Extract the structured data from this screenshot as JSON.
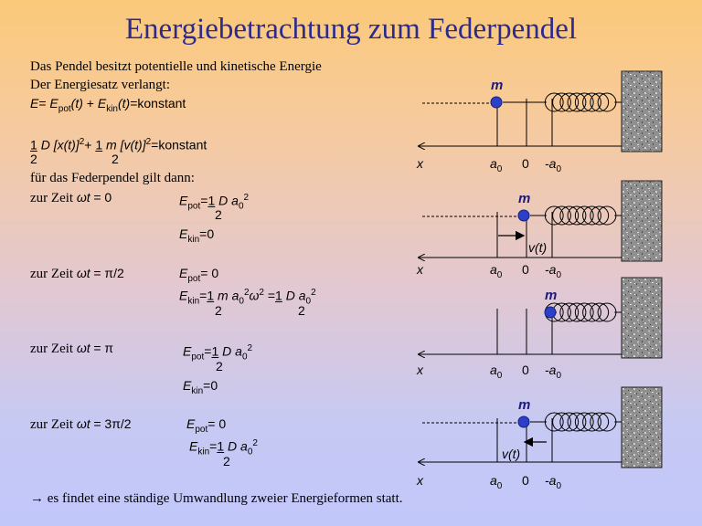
{
  "title": "Energiebetrachtung zum Federpendel",
  "intro": {
    "line1": "Das Pendel besitzt potentielle und kinetische Energie",
    "line2": "Der Energiesatz verlangt:"
  },
  "eq1": {
    "e": "E",
    "eq": "=",
    "epot": "E",
    "pot": "pot",
    "t1": "(t)",
    "plus": "+",
    "ekin": "E",
    "kin": "kin",
    "t2": "(t)",
    "rest": "=konstant"
  },
  "eq2": {
    "one1": "1",
    "d": "D",
    "x": "[x(t)]",
    "sq1": "2",
    "plus": "+",
    "one2": "1",
    "m": "m",
    "v": "[v(t)]",
    "sq2": "2",
    "rest": "=konstant",
    "two1": "2",
    "two2": "2"
  },
  "gilt": "für das Federpendel gilt dann:",
  "zur_zeit": "zur Zeit",
  "omega_t": "ωt",
  "cases": [
    {
      "time": "= 0"
    },
    {
      "time": "= π/2"
    },
    {
      "time": "= π"
    },
    {
      "time": "= 3π/2"
    }
  ],
  "f": {
    "E": "E",
    "pot": "pot",
    "kin": "kin",
    "eq": "=",
    "one": "1",
    "D": "D",
    "a": "a",
    "zero_sub": "0",
    "sq": "2",
    "two": "2",
    "zero": "0",
    "m": "m",
    "omega": "ω",
    "eq2": "="
  },
  "conclusion": {
    "arrow": "→",
    "text": "es findet eine ständige Umwandlung zweier  Energieformen statt."
  },
  "diagram": {
    "mass_label": "m",
    "x_label": "x",
    "a0": "a",
    "a0_sub": "0",
    "zero": "0",
    "minus_a0": "-a",
    "minus_a0_sub": "0",
    "v_label": "v(t)"
  },
  "colors": {
    "mass": "#2d3fc8",
    "title": "#2b2a8e",
    "mass_label": "#1a1a80"
  }
}
